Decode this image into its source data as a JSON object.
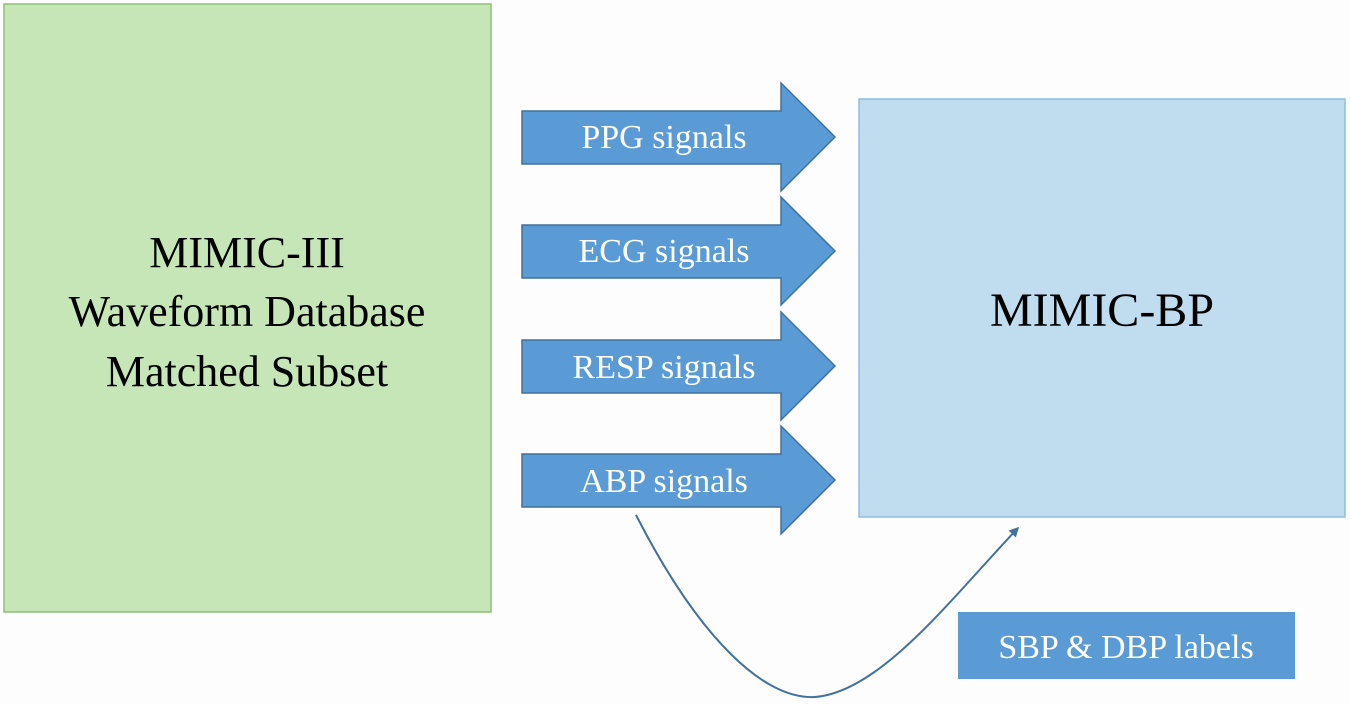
{
  "source_box": {
    "lines": [
      "MIMIC-III",
      "Waveform Database",
      "Matched Subset"
    ],
    "fill": "#c6e6b8",
    "stroke": "#8cc176"
  },
  "target_box": {
    "label": "MIMIC-BP",
    "fill": "#c0dcef",
    "stroke": "#8ebfe0"
  },
  "signal_arrows": [
    {
      "label": "PPG signals"
    },
    {
      "label": "ECG signals"
    },
    {
      "label": "RESP signals"
    },
    {
      "label": "ABP signals"
    }
  ],
  "arrow_colors": {
    "fill": "#5b9bd5",
    "stroke": "#41719c"
  },
  "label_box": {
    "label": "SBP & DBP labels",
    "fill": "#5b9bd5"
  },
  "curve_color": "#41719c"
}
